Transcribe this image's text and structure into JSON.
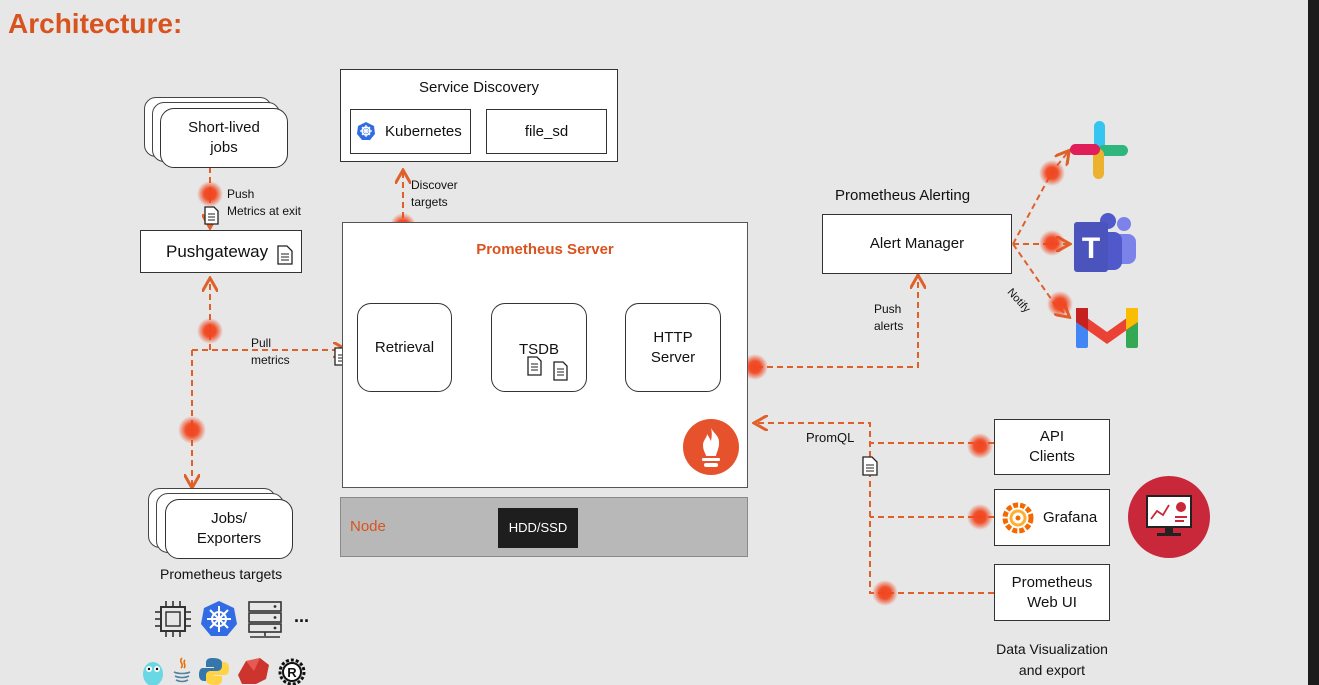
{
  "title": "Architecture:",
  "service_discovery": {
    "title": "Service Discovery",
    "items": [
      "Kubernetes",
      "file_sd"
    ]
  },
  "discover_label": [
    "Discover",
    "targets"
  ],
  "short_lived": [
    "Short-lived",
    "jobs"
  ],
  "push_label": [
    "Push",
    "Metrics at exit"
  ],
  "pushgateway": "Pushgateway",
  "pull_label": [
    "Pull",
    "metrics"
  ],
  "server": {
    "title": "Prometheus Server",
    "retrieval": "Retrieval",
    "tsdb": "TSDB",
    "http": [
      "HTTP",
      "Server"
    ]
  },
  "node": {
    "label": "Node",
    "storage": "HDD/SSD"
  },
  "jobs_exporters": [
    "Jobs/",
    "Exporters"
  ],
  "targets_label": "Prometheus targets",
  "targets_more": "...",
  "alerting": {
    "title": "Prometheus Alerting",
    "manager": "Alert Manager",
    "push_alerts": [
      "Push",
      "alerts"
    ],
    "notify": "Notify"
  },
  "promql": "PromQL",
  "clients": {
    "api": [
      "API",
      "Clients"
    ],
    "grafana": "Grafana",
    "webui": [
      "Prometheus",
      "Web UI"
    ]
  },
  "viz_label": [
    "Data Visualization",
    "and export"
  ],
  "icons": {
    "target_icons": [
      "cpu-chip-icon",
      "kubernetes-icon",
      "server-rack-icon"
    ],
    "language_icons": [
      "go-gopher-icon",
      "java-icon",
      "python-icon",
      "ruby-icon",
      "rust-icon"
    ],
    "notify_icons": [
      "slack-icon",
      "teams-icon",
      "gmail-icon"
    ],
    "dashboard_icon": "dashboard-monitor-icon",
    "prometheus_logo": "prometheus-flame-icon",
    "grafana_logo": "grafana-icon"
  },
  "colors": {
    "accent": "#d9531e",
    "wire": "#e0602a",
    "node_bg": "#b8b8b8",
    "storage_bg": "#1e1e1e",
    "dashboard_bg": "#c8283a",
    "slack_blue": "#36c5f0",
    "slack_green": "#2eb67d",
    "slack_yellow": "#ecb22e",
    "slack_red": "#e01e5a",
    "teams": "#5059c9",
    "gmail_red": "#ea4335"
  }
}
